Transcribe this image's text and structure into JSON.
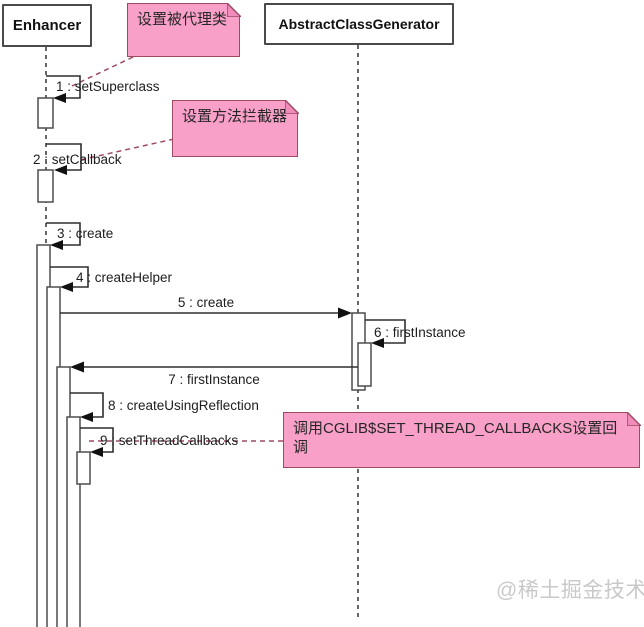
{
  "diagram": {
    "participants": [
      {
        "name": "Enhancer"
      },
      {
        "name": "AbstractClassGenerator"
      }
    ],
    "messages": [
      {
        "label": "1 : setSuperclass"
      },
      {
        "label": "2 : setCallback"
      },
      {
        "label": "3 : create"
      },
      {
        "label": "4 : createHelper"
      },
      {
        "label": "5 : create"
      },
      {
        "label": "6 : firstInstance"
      },
      {
        "label": "7 : firstInstance"
      },
      {
        "label": "8 : createUsingReflection"
      },
      {
        "label": "9 : setThreadCallbacks"
      }
    ],
    "notes": [
      {
        "text": "设置被代理类"
      },
      {
        "text": "设置方法拦截器"
      },
      {
        "text": "调用CGLIB$SET_THREAD_CALLBACKS设置回调"
      }
    ],
    "colors": {
      "note_fill": "#f8a0c8",
      "note_border": "#9e4a63",
      "line": "#333333"
    },
    "watermark": "@稀土掘金技术"
  }
}
